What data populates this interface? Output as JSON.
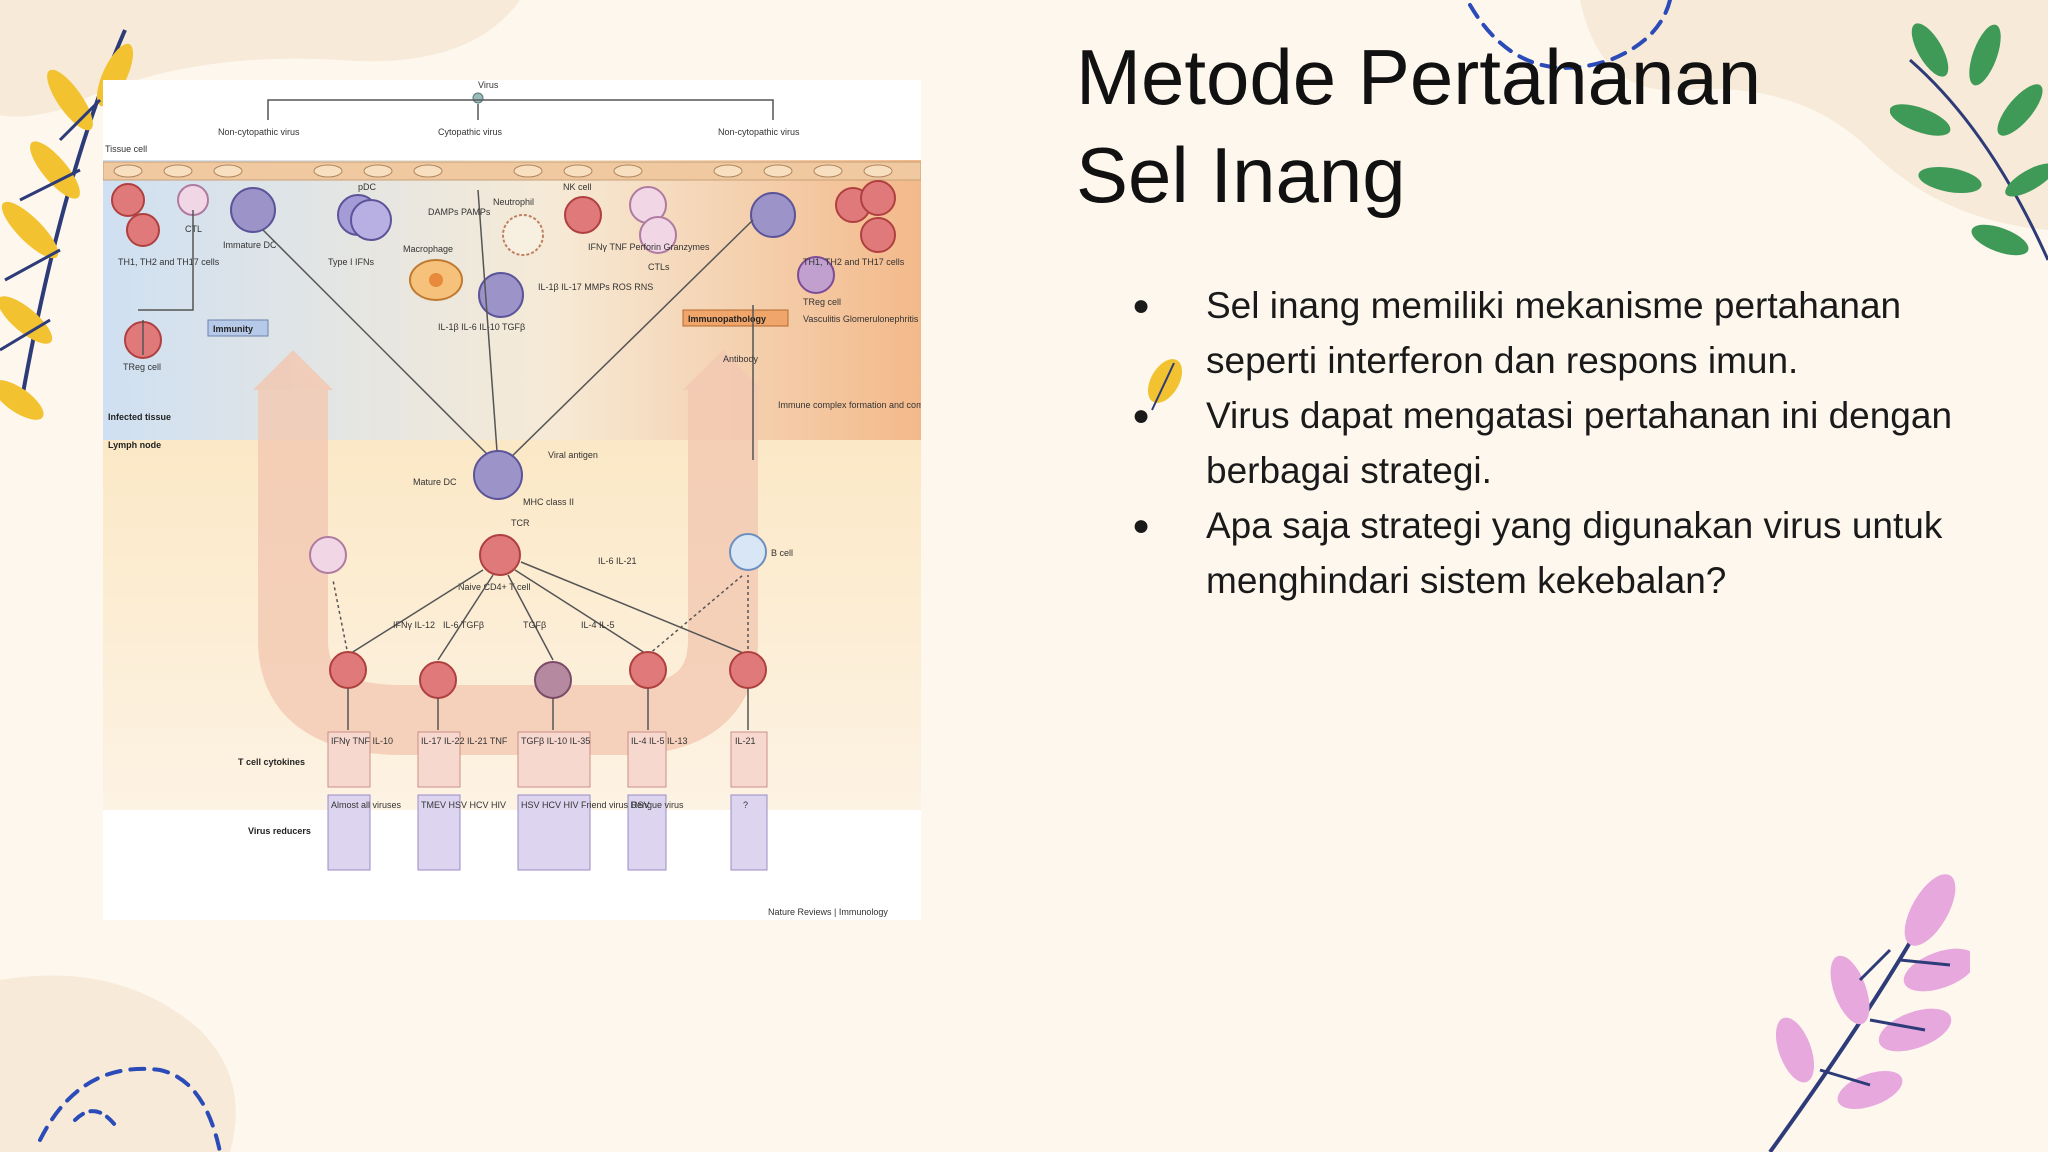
{
  "slide": {
    "title_line1": "Metode Pertahanan",
    "title_line2": "Sel Inang",
    "bullets": [
      "Sel inang memiliki mekanisme pertahanan seperti interferon dan respons imun.",
      "Virus dapat mengatasi pertahanan ini dengan berbagai strategi.",
      "Apa saja strategi yang digunakan virus untuk menghindari sistem kekebalan?"
    ],
    "bullet_glyph": "●"
  },
  "figure": {
    "virus": "Virus",
    "tissue_cell": "Tissue cell",
    "non_cyto_left": "Non-cytopathic virus",
    "cyto": "Cytopathic virus",
    "non_cyto_right": "Non-cytopathic virus",
    "ctl": "CTL",
    "th_cells_left": "TH1, TH2 and TH17 cells",
    "immature_dc": "Immature DC",
    "pdc": "pDC",
    "type1_ifn": "Type I IFNs",
    "damps": "DAMPs PAMPs",
    "macrophage": "Macrophage",
    "neutrophil": "Neutrophil",
    "nk_cell": "NK cell",
    "ctls": "CTLs",
    "treg_left": "TReg cell",
    "treg_right": "TReg cell",
    "th_cells_right": "TH1, TH2 and TH17 cells",
    "immunity": "Immunity",
    "immunopathology": "Immunopathology",
    "vasculitis": "Vasculitis Glomerulonephritis",
    "antibody": "Antibody",
    "immune_complex": "Immune complex formation and complement activation",
    "macrophage_cytokines": "IL-1β IL-6 IL-10 TGFβ",
    "neutrophil_products": "IL-1β IL-17 MMPs ROS RNS",
    "nk_products": "IFNγ TNF Perforin Granzymes",
    "infected_tissue": "Infected tissue",
    "lymph_node": "Lymph node",
    "mature_dc": "Mature DC",
    "viral_antigen": "Viral antigen",
    "mhc2": "MHC class II",
    "tcr": "TCR",
    "naive_cd4": "Naive CD4+ T cell",
    "b_cell": "B cell",
    "il6_il21": "IL-6 IL-21",
    "ifn_il12": "IFNγ IL-12",
    "il6_tgfb": "IL-6 TGFβ",
    "tgfb": "TGFβ",
    "il4_il5": "IL-4 IL-5",
    "t_cell_cytokines": "T cell cytokines",
    "virus_reducers": "Virus reducers",
    "cytokine_boxes": [
      "IFNγ TNF IL-10",
      "IL-17 IL-22 IL-21 TNF",
      "TGFβ IL-10 IL-35",
      "IL-4 IL-5 IL-13",
      "IL-21"
    ],
    "virus_boxes": [
      "Almost all viruses",
      "TMEV HSV HCV HIV",
      "HSV HCV HIV Friend virus Dengue virus",
      "RSV",
      "?"
    ],
    "credit": "Nature Reviews | Immunology"
  },
  "colors": {
    "background": "#fdf7ee",
    "leaf_yellow": "#f2c230",
    "leaf_green": "#3f9a57",
    "leaf_pink": "#e7a8dd",
    "branch_navy": "#2d3b78",
    "dash_blue": "#2b4bb8"
  }
}
